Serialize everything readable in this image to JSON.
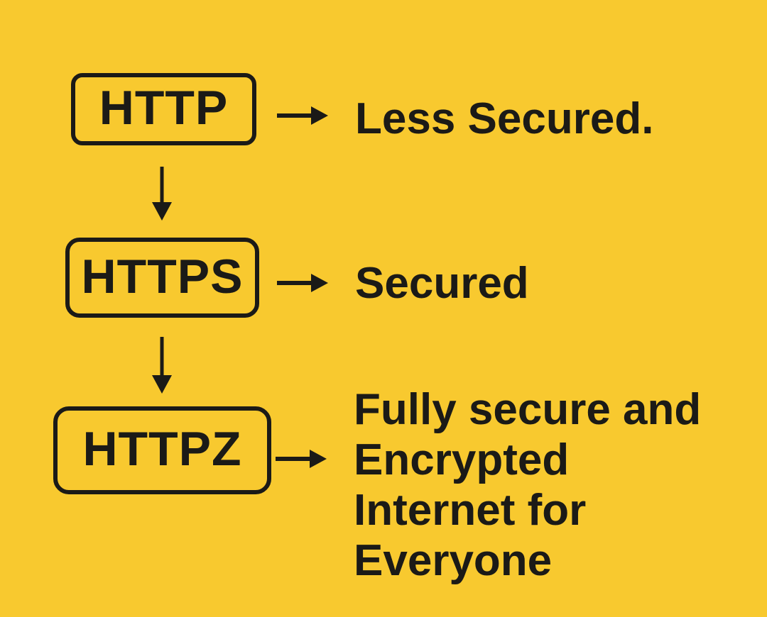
{
  "colors": {
    "background": "#f8c92f",
    "ink": "#1b1a17"
  },
  "diagram": {
    "title_implicit": "HTTP vs HTTPS vs HTTPZ security comparison",
    "steps": [
      {
        "box_label": "HTTP",
        "description": "Less Secured."
      },
      {
        "box_label": "HTTPS",
        "description": "Secured"
      },
      {
        "box_label": "HTTPZ",
        "description": "Fully secure and\nEncrypted\nInternet for\nEveryone"
      }
    ],
    "icons": {
      "right_arrow": "arrow-right-icon",
      "down_arrow": "arrow-down-icon"
    }
  }
}
